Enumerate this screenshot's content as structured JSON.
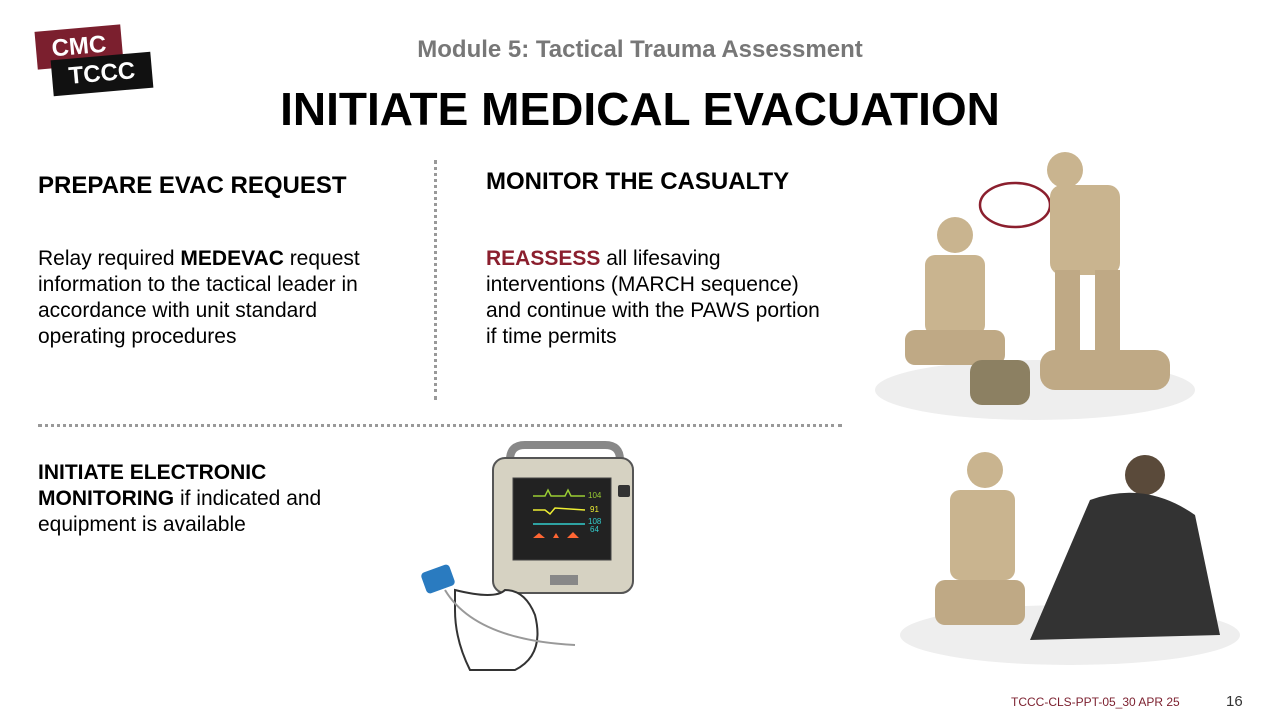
{
  "logo": {
    "line1": "CMC",
    "line2": "TCCC"
  },
  "header": {
    "module": "Module 5: Tactical Trauma Assessment",
    "title": "INITIATE MEDICAL EVACUATION"
  },
  "sections": {
    "evac": {
      "heading": "PREPARE EVAC REQUEST",
      "text_pre": "Relay required ",
      "text_bold": "MEDEVAC",
      "text_post": " request information to the tactical leader in accordance with unit standard operating procedures"
    },
    "monitor": {
      "heading": "MONITOR THE CASUALTY",
      "text_red": "REASSESS",
      "text_post": " all lifesaving interventions (MARCH sequence) and continue with the PAWS portion if time permits"
    },
    "electronic": {
      "text_bold": "INITIATE ELECTRONIC MONITORING",
      "text_post": " if indicated and equipment is available"
    }
  },
  "monitor_device": {
    "hr": "104",
    "spo2": "91",
    "bp_sys": "108",
    "bp_dia": "64"
  },
  "footer": {
    "doc_id": "TCCC-CLS-PPT-05_30 APR 25",
    "page": "16"
  },
  "colors": {
    "brand": "#7b1f2e",
    "accent_red": "#8b1f2e"
  }
}
